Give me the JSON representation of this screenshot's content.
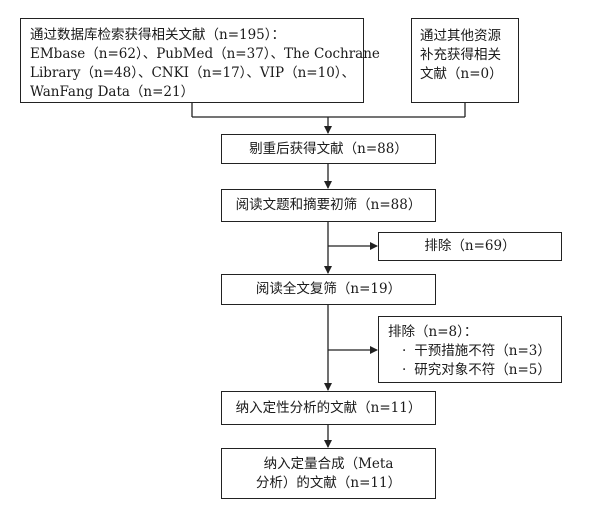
{
  "flow": {
    "database_search": [
      "通过数据库检索获得相关文献（n=195）：",
      "EMbase（n=62）、PubMed（n=37）、The Cochrane",
      "Library（n=48）、CNKI（n=17）、VIP（n=10）、",
      "WanFang Data（n=21）"
    ],
    "other_sources": [
      "通过其他资源",
      "补充获得相关",
      "文献（n=0）"
    ],
    "deduplicated": "剔重后获得文献（n=88）",
    "title_abstract_screen": "阅读文题和摘要初筛（n=88）",
    "excluded_first": "排除（n=69）",
    "fulltext_screen": "阅读全文复筛（n=19）",
    "excluded_second": {
      "title": "排除（n=8）：",
      "reasons": [
        "干预措施不符（n=3）",
        "研究对象不符（n=5）"
      ]
    },
    "qualitative": "纳入定性分析的文献（n=11）",
    "quantitative": [
      "纳入定量合成（Meta",
      "分析）的文献（n=11）"
    ]
  }
}
